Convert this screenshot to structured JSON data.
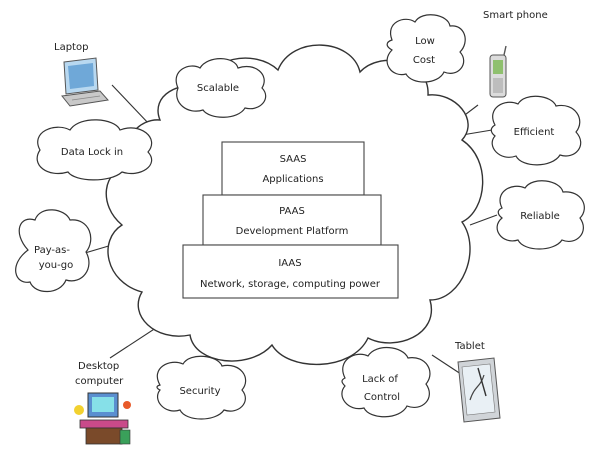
{
  "layers": [
    {
      "id": "saas",
      "name": "SAAS",
      "desc": "Applications"
    },
    {
      "id": "paas",
      "name": "PAAS",
      "desc": "Development Platform"
    },
    {
      "id": "iaas",
      "name": "IAAS",
      "desc": "Network, storage, computing power"
    }
  ],
  "features": {
    "scalable": "Scalable",
    "data_lock_in": "Data Lock in",
    "pay_line1": "Pay-as-",
    "pay_line2": "you-go",
    "low_cost_line1": "Low",
    "low_cost_line2": "Cost",
    "efficient": "Efficient",
    "reliable": "Reliable",
    "security": "Security",
    "lack_line1": "Lack of",
    "lack_line2": "Control"
  },
  "devices": {
    "laptop": "Laptop",
    "smart_phone": "Smart phone",
    "tablet": "Tablet",
    "desktop_line1": "Desktop",
    "desktop_line2": "computer"
  },
  "icons": {
    "laptop": "laptop-icon",
    "smart_phone": "smartphone-icon",
    "tablet": "tablet-icon",
    "desktop": "desktop-computer-icon"
  }
}
